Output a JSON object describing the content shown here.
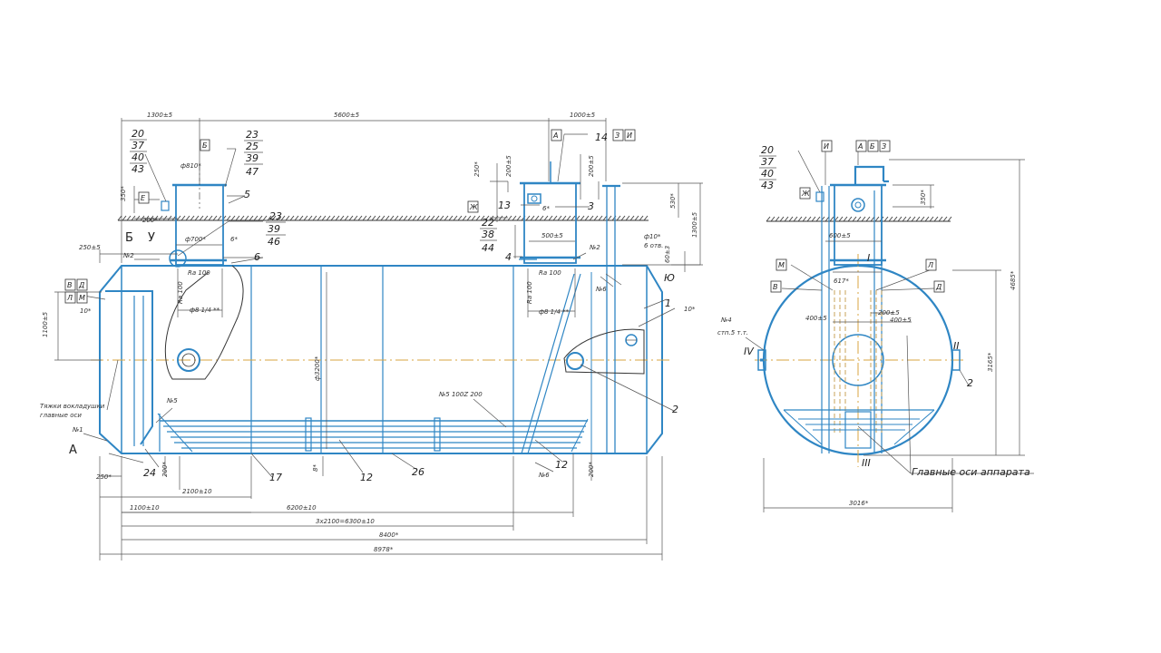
{
  "dims": {
    "d1300": "1300±5",
    "d5600": "5600±5",
    "d1000": "1000±5",
    "d250": "250±5",
    "d1100v": "1100±5",
    "d200": "200*",
    "d350a": "350*",
    "d250b": "250*",
    "d200b": "200±5",
    "d200c": "200±5",
    "d530": "530*",
    "d1300v": "1300±5",
    "d60": "60±3",
    "d700": "ф700*",
    "d6a": "6*",
    "d810": "ф810*",
    "d500": "500±5",
    "d6b": "6*",
    "d3200": "ф3200*",
    "d2100": "2100±10",
    "d1100h": "1100±10",
    "d6200": "6200±10",
    "d3x2100": "3х2100=6300±10",
    "d8400": "8400*",
    "d8978": "8978*",
    "d250c": "250*",
    "d200d": "200*",
    "d8": "8*",
    "d200e": "200*",
    "d10a": "10*",
    "d10b": "10*",
    "d1ra": "Rа 100",
    "d1rb": "Rа 100",
    "d1rc": "Rа 100",
    "d1rd": "Rа 100",
    "d814a": "ф8 1/4 **",
    "d814b": "ф8 1/4 **",
    "n2a": "№2",
    "n2b": "№2",
    "n1": "№1",
    "n5": "№5",
    "n6a": "№6",
    "n6b": "№6",
    "n4": "№4",
    "n4sub": "стп.5 т.т.",
    "n5b": "№5 100Z 200",
    "phi10": "ф10*",
    "phi10sub": "6 отв.",
    "d600": "600±5",
    "d617": "617*",
    "d400": "400±5",
    "d200f": "200±5",
    "d400b": "400±5",
    "d350b": "350*",
    "d4685": "4685*",
    "d3165": "3165*",
    "d3016": "3016*",
    "tacks": "Тяжки вокладушки",
    "tacks2": "главные оси",
    "main_axes": "Главные оси аппарата"
  },
  "labels": {
    "A": "А",
    "B": "Б",
    "U": "У",
    "Yu": "Ю",
    "V": "В",
    "L": "Л",
    "D": "Д",
    "M": "М",
    "E": "Е",
    "Zh": "Ж",
    "I": "И",
    "Z": "З",
    "IV": "IV",
    "II": "II",
    "III": "III",
    "I_": "I"
  },
  "boxes_left": {
    "g1": [
      "20",
      "37",
      "40",
      "43"
    ],
    "g2": [
      "23",
      "25",
      "39",
      "47"
    ],
    "g3": [
      "23",
      "39",
      "46"
    ],
    "g4": [
      "22",
      "38",
      "44"
    ],
    "g5": [
      "20",
      "37",
      "40",
      "43"
    ]
  },
  "parts": {
    "p1": "1",
    "p2": "2",
    "p3": "3",
    "p4": "4",
    "p5": "5",
    "p6": "6",
    "p12a": "12",
    "p12b": "12",
    "p13": "13",
    "p14": "14",
    "p17": "17",
    "p24": "24",
    "p26": "26",
    "p2b": "2"
  }
}
